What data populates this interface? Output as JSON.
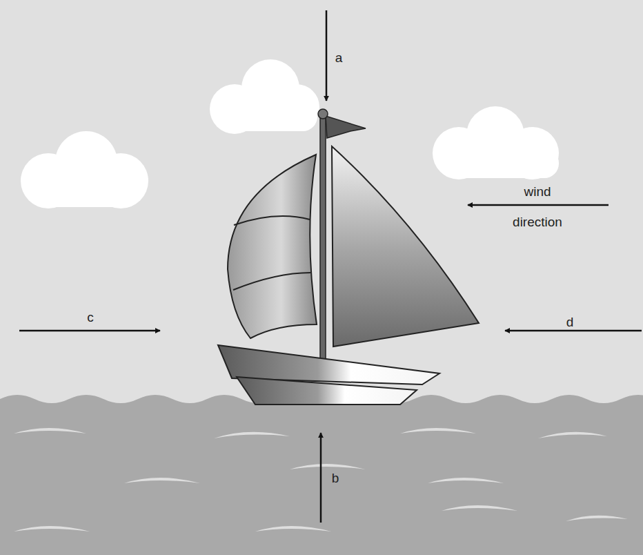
{
  "diagram": {
    "labels": [
      "a",
      "b",
      "c",
      "d",
      "wind",
      "direction"
    ]
  }
}
